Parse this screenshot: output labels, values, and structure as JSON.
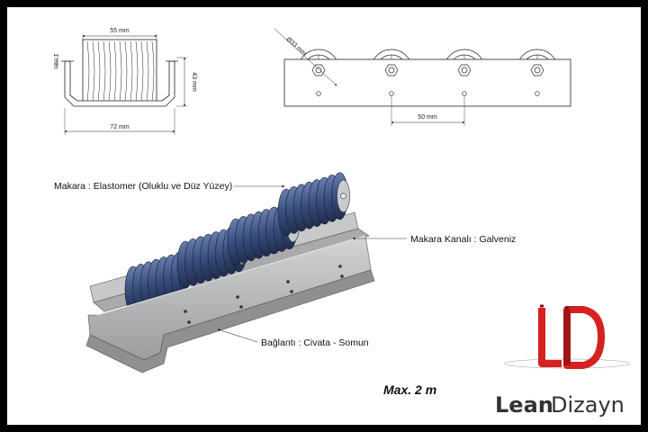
{
  "side_view": {
    "width_top": "55 mm",
    "height": "43 mm",
    "thickness": "1 mm",
    "width_bottom": "72 mm"
  },
  "top_view": {
    "diameter": "Ø33 mm",
    "spacing": "50 mm"
  },
  "callouts": {
    "roller": "Makara : Elastomer (Oluklu ve Düz Yüzey)",
    "channel": "Makara Kanalı : Galveniz",
    "connection": "Bağlantı : Civata - Somun"
  },
  "max_length": "Max. 2 m",
  "brand": {
    "part1": "Lean",
    "part2": "Dizayn",
    "logo_letters": "LD"
  },
  "colors": {
    "roller": "#3a4f7e",
    "channel": "#b4b6b8",
    "logo_red": "#d62121"
  }
}
